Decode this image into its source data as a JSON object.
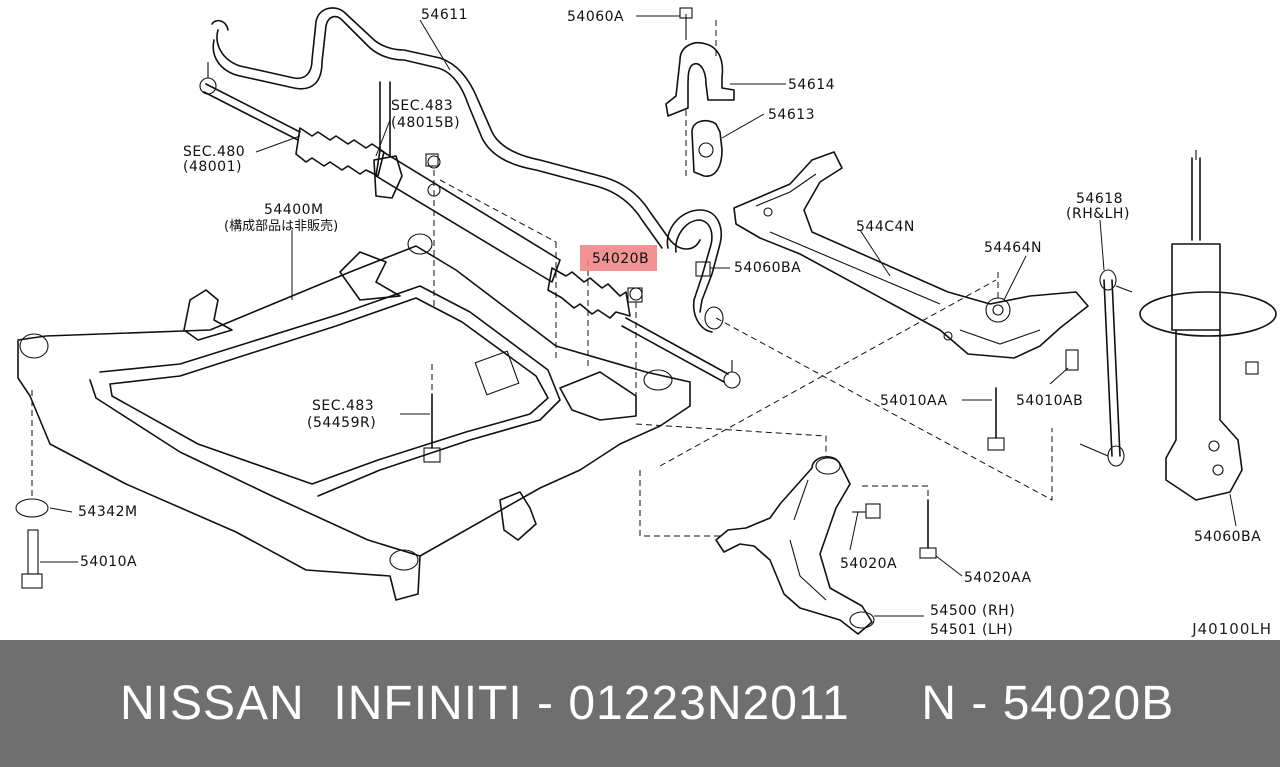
{
  "diagram": {
    "drawing_code": "J40100LH",
    "highlight_color": "#f08080",
    "labels": [
      {
        "id": "p54611",
        "text": "54611"
      },
      {
        "id": "p54060A",
        "text": "54060A"
      },
      {
        "id": "p54614",
        "text": "54614"
      },
      {
        "id": "p54613",
        "text": "54613"
      },
      {
        "id": "sec483a",
        "text": "SEC.483"
      },
      {
        "id": "sec483a2",
        "text": "(48015B)"
      },
      {
        "id": "sec480",
        "text": "SEC.480"
      },
      {
        "id": "sec480b",
        "text": "(48001)"
      },
      {
        "id": "p54400M",
        "text": "54400M"
      },
      {
        "id": "p54400Mnote",
        "text": "(構成部品は非販売)"
      },
      {
        "id": "p54020B",
        "text": "54020B"
      },
      {
        "id": "p54060BA",
        "text": "54060BA"
      },
      {
        "id": "p544C4N",
        "text": "544C4N"
      },
      {
        "id": "p54464N",
        "text": "54464N"
      },
      {
        "id": "p54618",
        "text": "54618"
      },
      {
        "id": "p54618b",
        "text": "(RH&LH)"
      },
      {
        "id": "sec483b",
        "text": "SEC.483"
      },
      {
        "id": "sec483b2",
        "text": "(54459R)"
      },
      {
        "id": "p54010AA",
        "text": "54010AA"
      },
      {
        "id": "p54010AB",
        "text": "54010AB"
      },
      {
        "id": "p54342M",
        "text": "54342M"
      },
      {
        "id": "p54010A",
        "text": "54010A"
      },
      {
        "id": "p54020A",
        "text": "54020A"
      },
      {
        "id": "p54020AA",
        "text": "54020AA"
      },
      {
        "id": "p54500",
        "text": "54500 (RH)"
      },
      {
        "id": "p54501",
        "text": "54501 (LH)"
      },
      {
        "id": "p54060BA2",
        "text": "54060BA"
      }
    ]
  },
  "footer": {
    "text": "NISSAN  INFINITI - 01223N2011     N - 54020B"
  }
}
